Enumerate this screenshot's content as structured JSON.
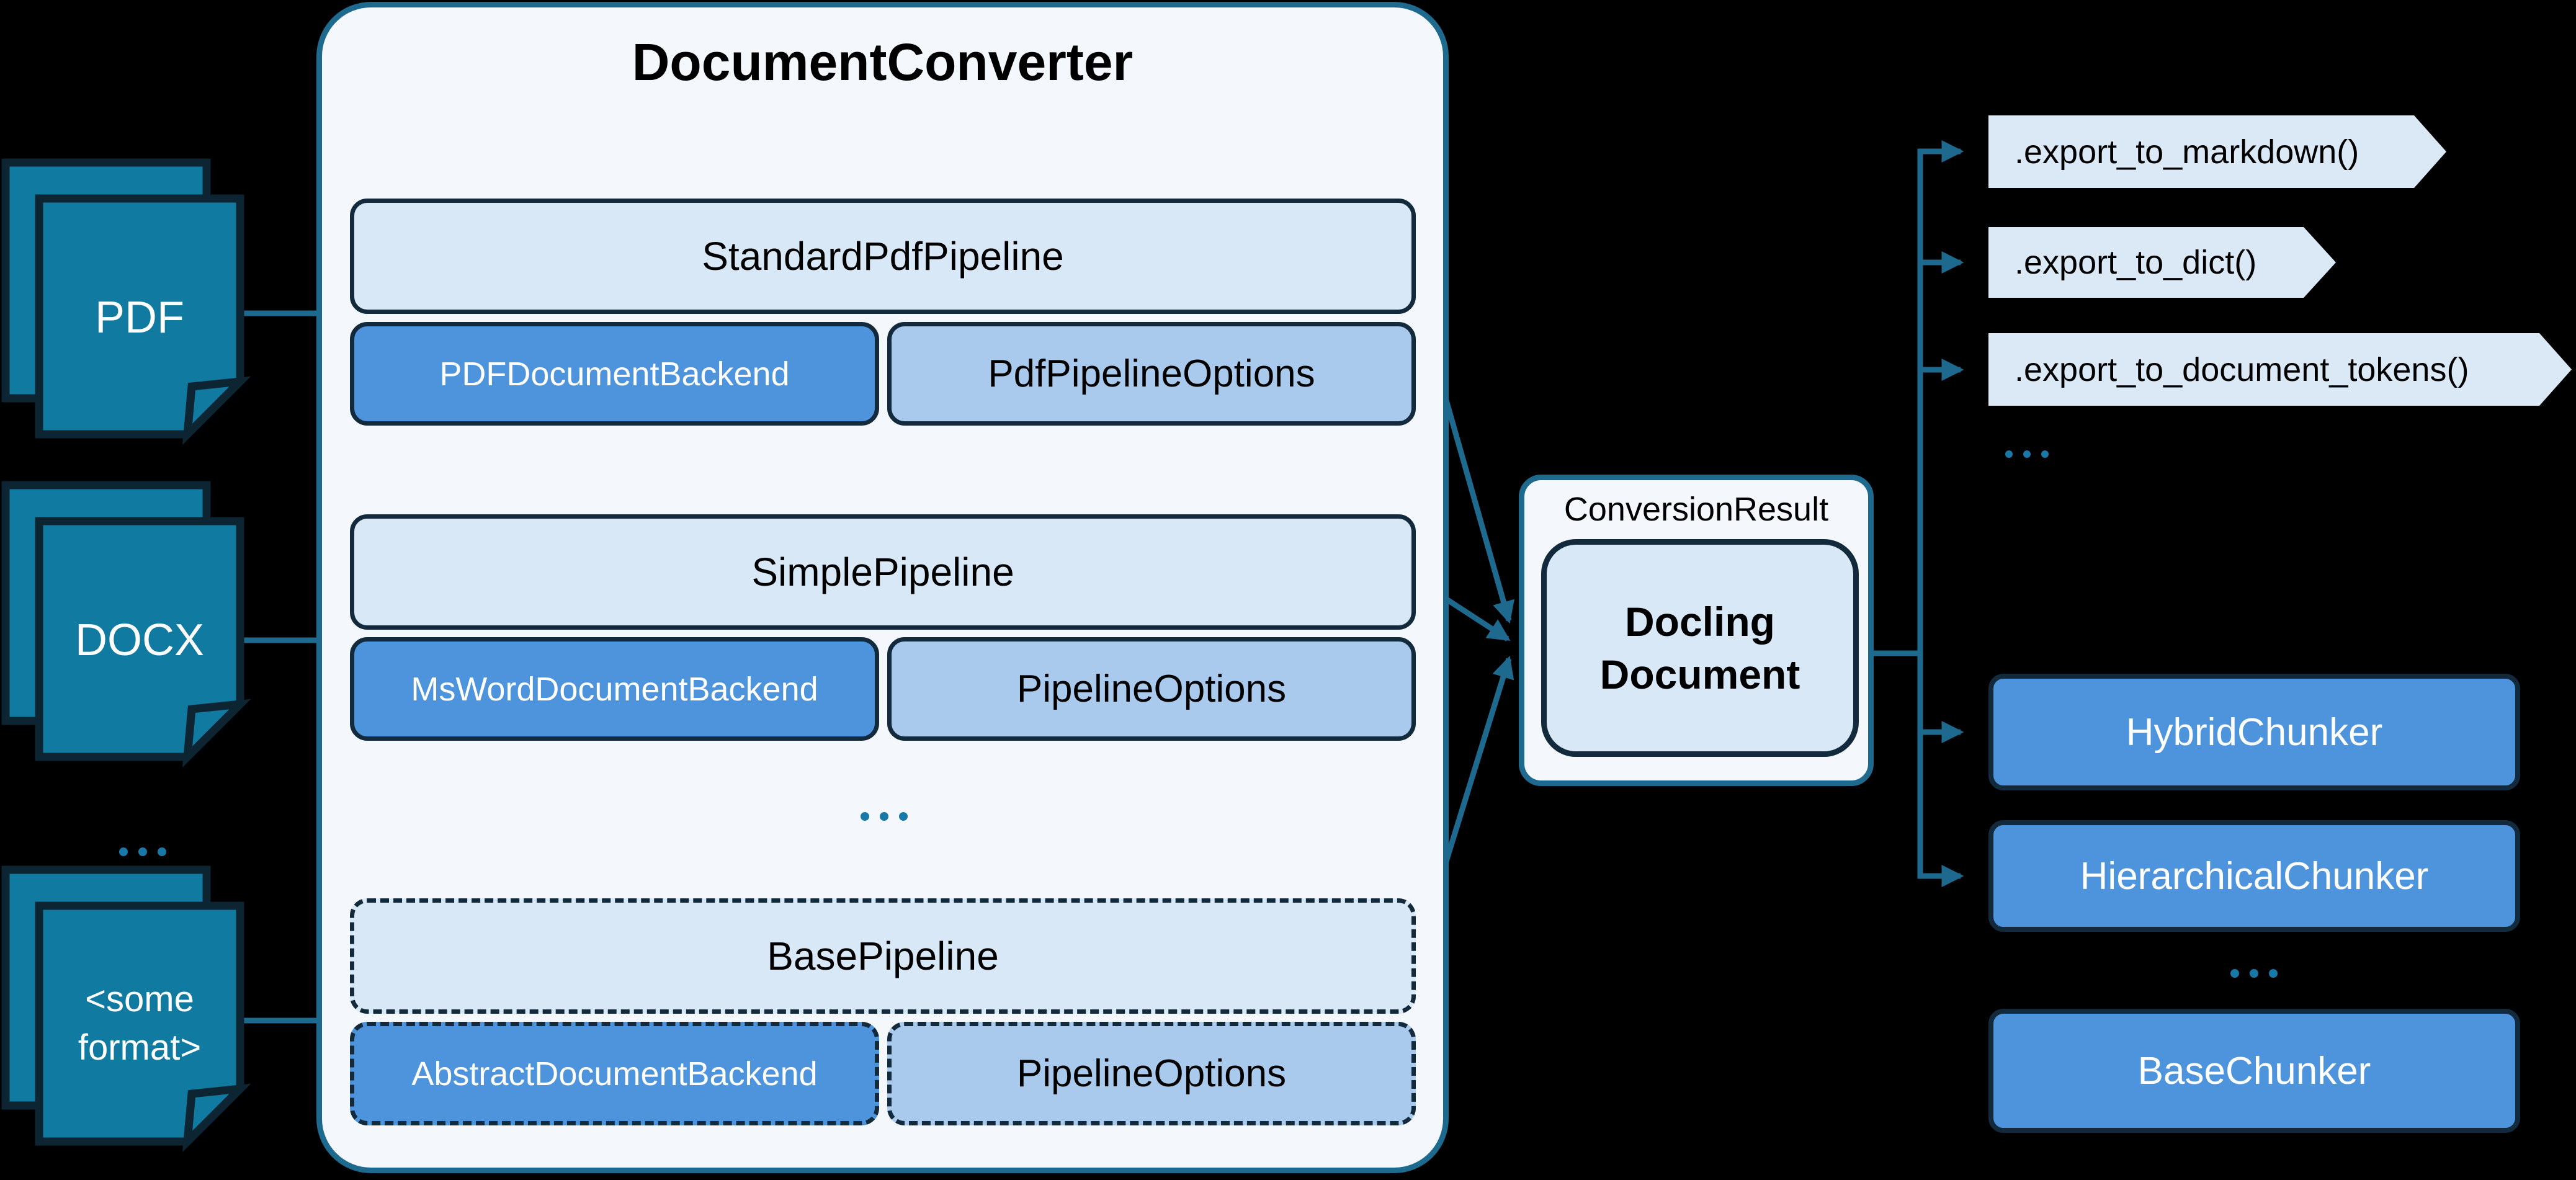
{
  "diagram": {
    "colors": {
      "background": "#000000",
      "accent_teal": "#1e6a8e",
      "dark_border": "#122a3c",
      "document_fill": "#107aa0",
      "panel_background": "#f4f8fd",
      "pipeline_background": "#d9e8f7",
      "backend_background": "#4e94dc",
      "options_background": "#a9caec",
      "export_background": "#dbe9f6",
      "dots_color": "#1878a8"
    },
    "inputs": [
      {
        "label": "PDF"
      },
      {
        "label": "DOCX"
      },
      {
        "label_line1": "<some",
        "label_line2": "format>"
      }
    ],
    "inputs_ellipsis": "...",
    "converter": {
      "title": "DocumentConverter",
      "ellipsis": "...",
      "pipelines": [
        {
          "name": "StandardPdfPipeline",
          "backend": "PDFDocumentBackend",
          "options": "PdfPipelineOptions",
          "style": "solid"
        },
        {
          "name": "SimplePipeline",
          "backend": "MsWordDocumentBackend",
          "options": "PipelineOptions",
          "style": "solid"
        },
        {
          "name": "BasePipeline",
          "backend": "AbstractDocumentBackend",
          "options": "PipelineOptions",
          "style": "dashed"
        }
      ]
    },
    "result": {
      "label": "ConversionResult",
      "doc_line1": "Docling",
      "doc_line2": "Document"
    },
    "exports": {
      "items": [
        ".export_to_markdown()",
        ".export_to_dict()",
        ".export_to_document_tokens()"
      ],
      "ellipsis": "..."
    },
    "chunkers": {
      "items": [
        {
          "label": "HybridChunker",
          "style": "solid"
        },
        {
          "label": "HierarchicalChunker",
          "style": "solid"
        },
        {
          "label": "BaseChunker",
          "style": "dashed"
        }
      ],
      "ellipsis": "..."
    }
  }
}
